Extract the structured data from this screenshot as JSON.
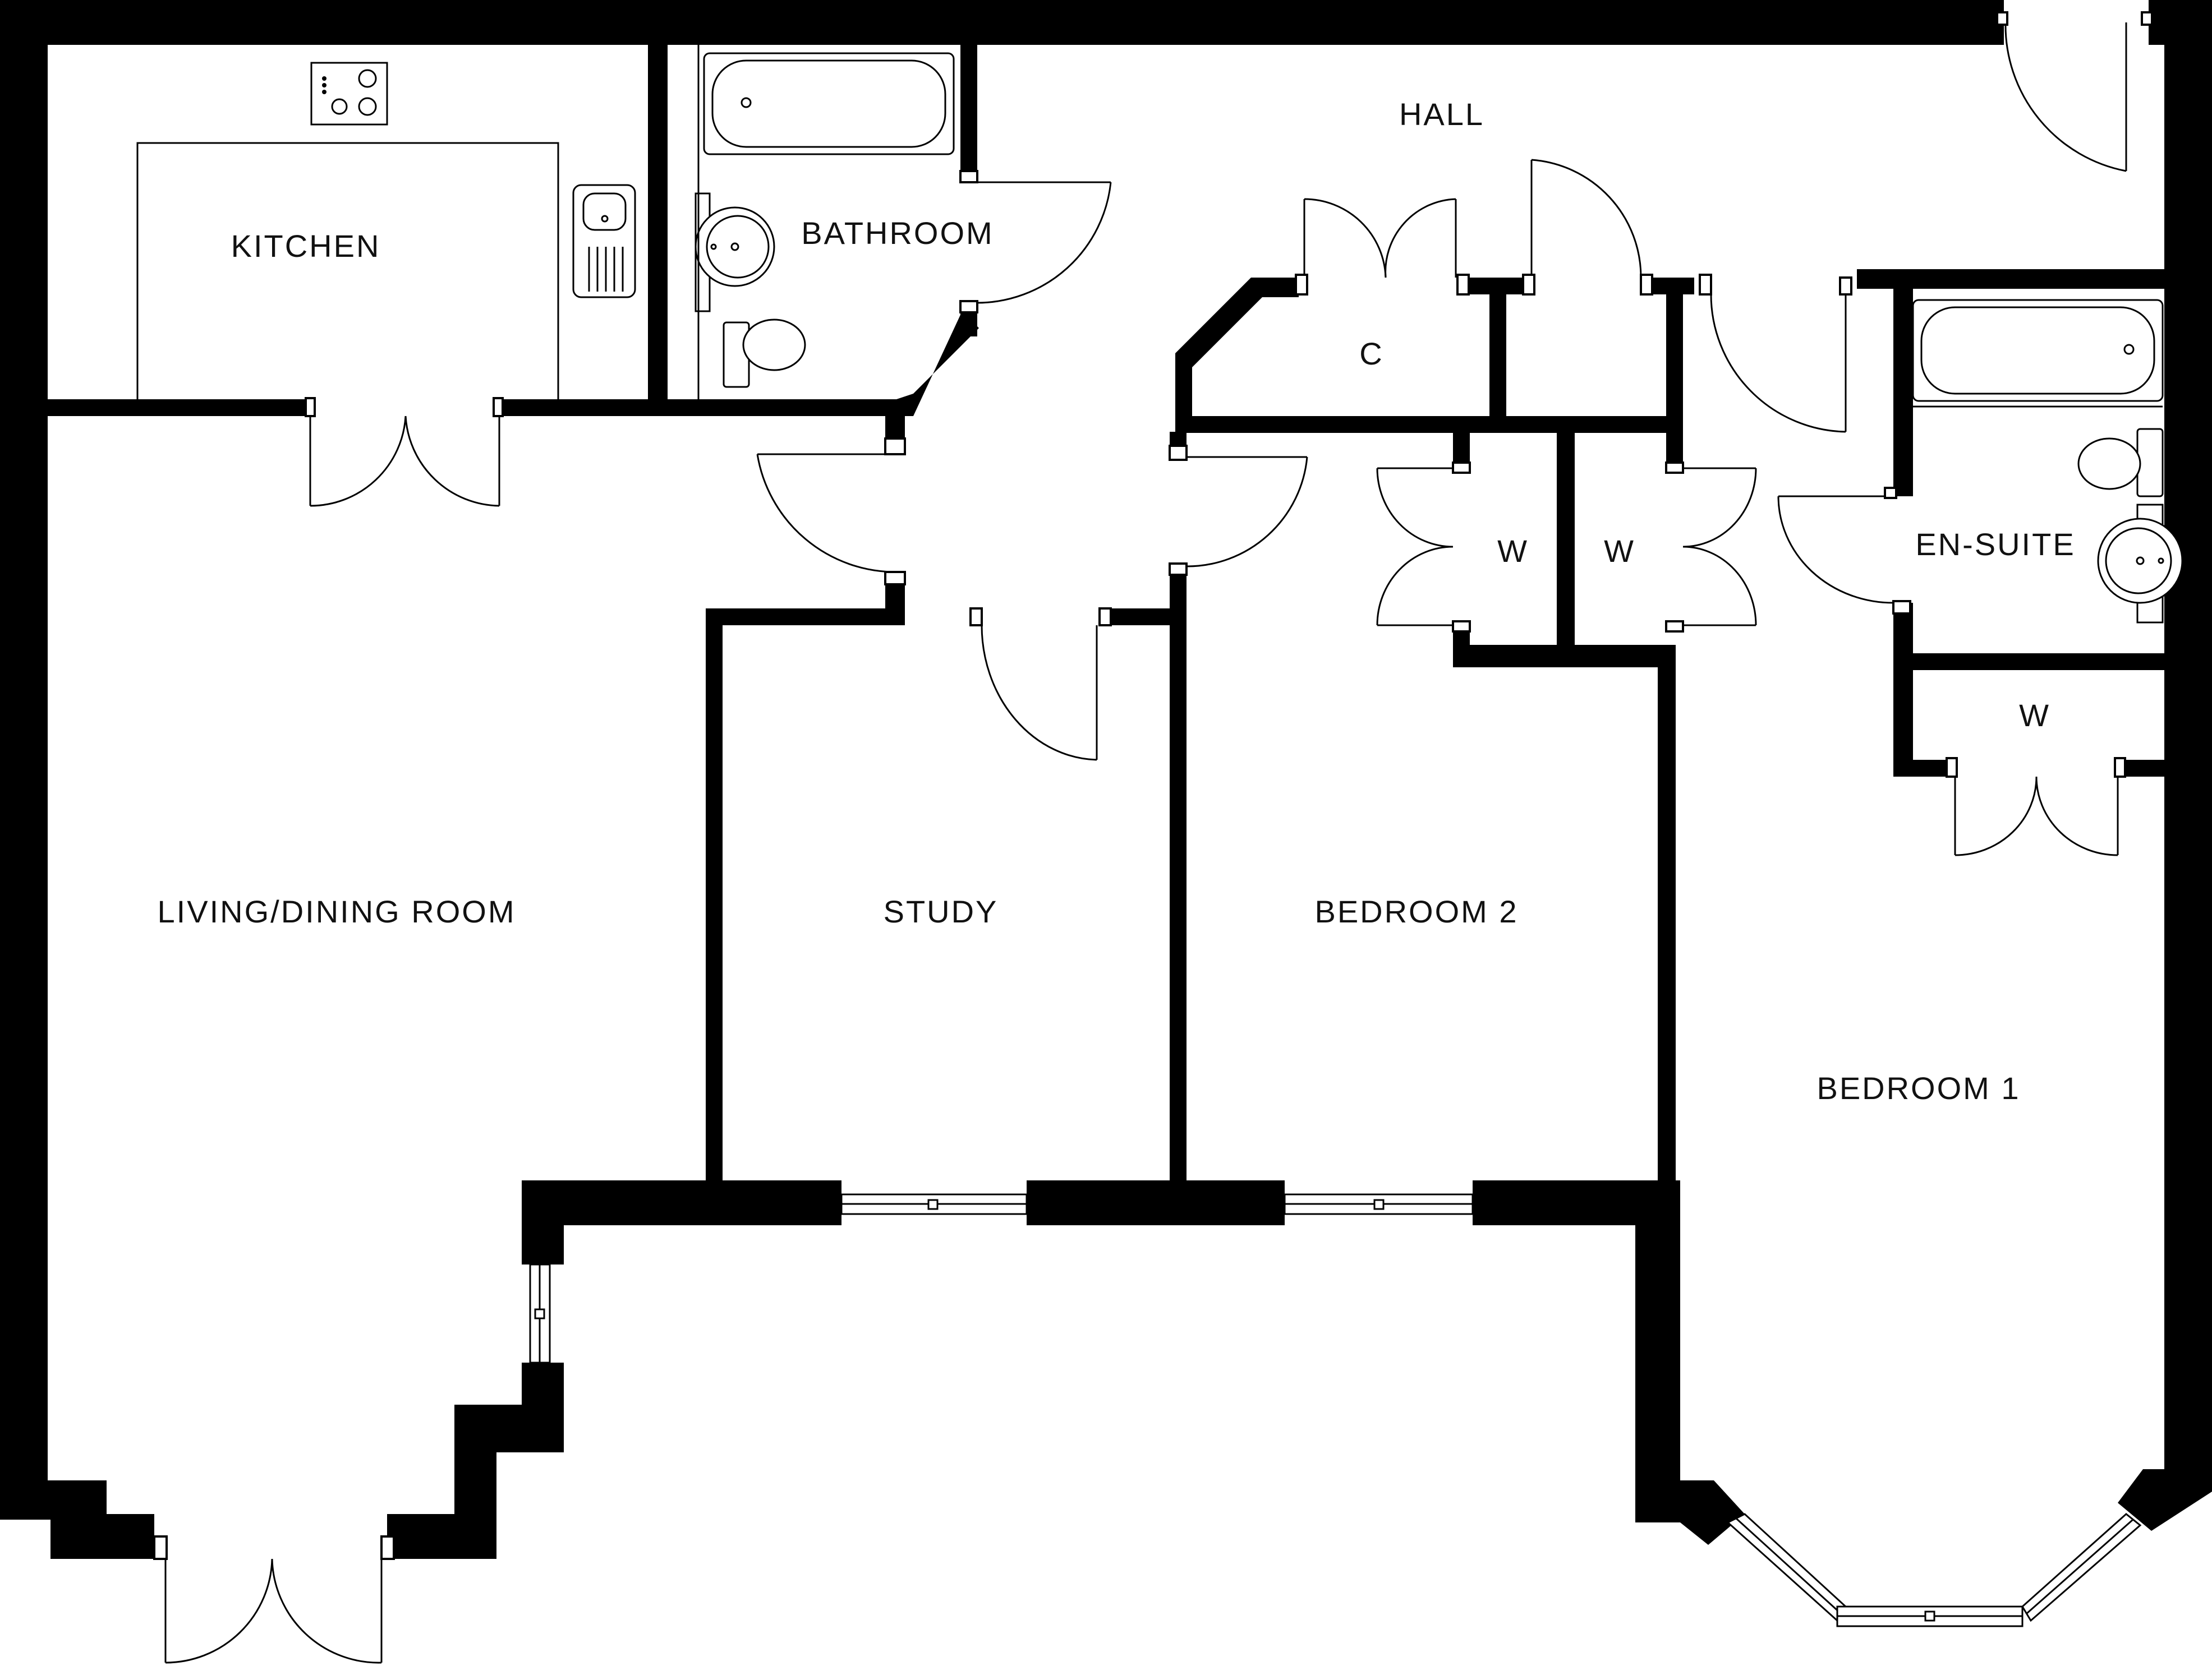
{
  "colors": {
    "wall": "#000000",
    "background": "#ffffff",
    "text": "#111111"
  },
  "rooms": {
    "hall": "HALL",
    "kitchen": "KITCHEN",
    "bathroom": "BATHROOM",
    "cupboard": "C",
    "wardrobe_a": "W",
    "wardrobe_b": "W",
    "wardrobe_c": "W",
    "en_suite": "EN-SUITE",
    "living_dining": "LIVING/DINING ROOM",
    "study": "STUDY",
    "bedroom_2": "BEDROOM 2",
    "bedroom_1": "BEDROOM 1"
  },
  "fixtures": {
    "hob": "hob-icon",
    "kitchen_sink": "sink-icon",
    "bath": "bath-icon",
    "basin": "basin-icon",
    "toilet": "toilet-icon",
    "door": "door-swing-icon",
    "window": "window-icon"
  }
}
